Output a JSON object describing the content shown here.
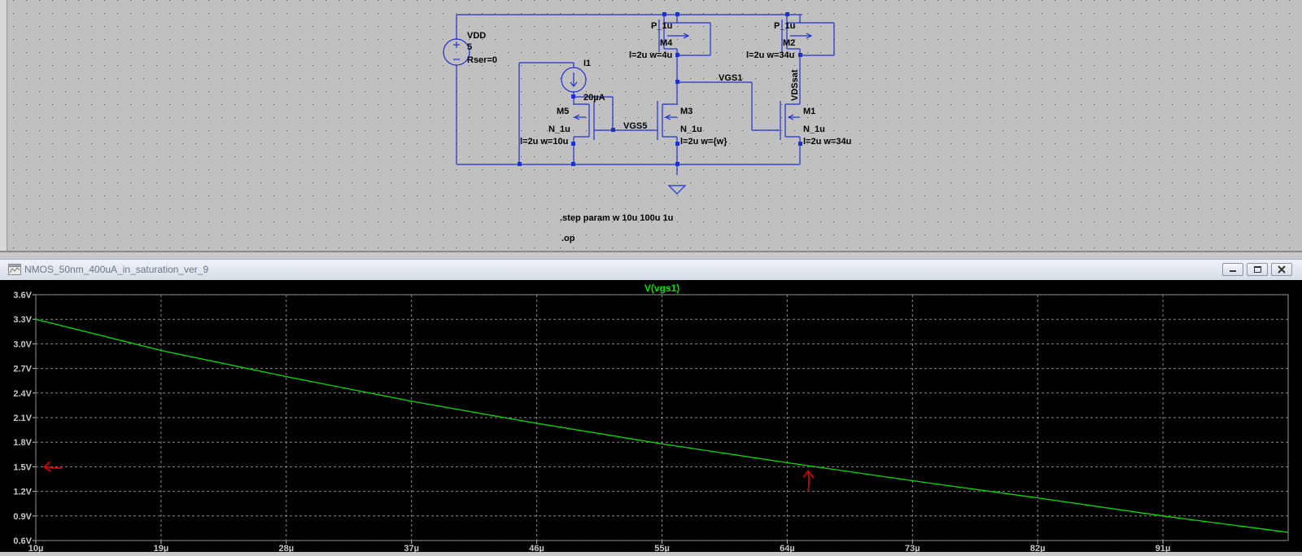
{
  "schematic": {
    "labels": {
      "vdd_name": "VDD",
      "vdd_value": "5",
      "vdd_rser": "Rser=0",
      "i1_name": "I1",
      "i1_value": "20µA",
      "m5_name": "M5",
      "m5_model": "N_1u",
      "m5_params": "l=2u w=10u",
      "vgs5": "VGS5",
      "m3_name": "M3",
      "m3_model": "N_1u",
      "m3_params": "l=2u w={w}",
      "m4_model": "P_1u",
      "m4_name": "M4",
      "m4_params": "l=2u w=4u",
      "vgs1": "VGS1",
      "m2_model": "P_1u",
      "m2_name": "M2",
      "m2_params": "l=2u w=34u",
      "vdssat": "VDSsat",
      "m1_name": "M1",
      "m1_model": "N_1u",
      "m1_params": "l=2u w=34u",
      "step_directive": ".step param w 10u 100u 1u",
      "op_directive": ".op"
    }
  },
  "plot_window": {
    "title": "NMOS_50nm_400uA_in_saturation_ver_9"
  },
  "chart_data": {
    "type": "line",
    "title": "V(vgs1)",
    "xlim": [
      10,
      100
    ],
    "ylim": [
      0.6,
      3.6
    ],
    "grid": true,
    "x_ticks": [
      "10µ",
      "19µ",
      "28µ",
      "37µ",
      "46µ",
      "55µ",
      "64µ",
      "73µ",
      "82µ",
      "91µ"
    ],
    "y_ticks": [
      "3.6V",
      "3.3V",
      "3.0V",
      "2.7V",
      "2.4V",
      "2.1V",
      "1.8V",
      "1.5V",
      "1.2V",
      "0.9V",
      "0.6V"
    ],
    "series": [
      {
        "name": "V(vgs1)",
        "color": "#00e000",
        "x": [
          10,
          19,
          28,
          37,
          46,
          55,
          64,
          73,
          82,
          91,
          100
        ],
        "y": [
          3.3,
          2.92,
          2.6,
          2.3,
          2.03,
          1.78,
          1.55,
          1.33,
          1.12,
          0.9,
          0.7
        ]
      }
    ],
    "annotations": [
      {
        "type": "arrow-left",
        "color": "#e00000",
        "x": 10.6,
        "y": 1.5
      },
      {
        "type": "arrow-up",
        "color": "#e00000",
        "x": 65.5,
        "y": 1.45
      }
    ]
  }
}
